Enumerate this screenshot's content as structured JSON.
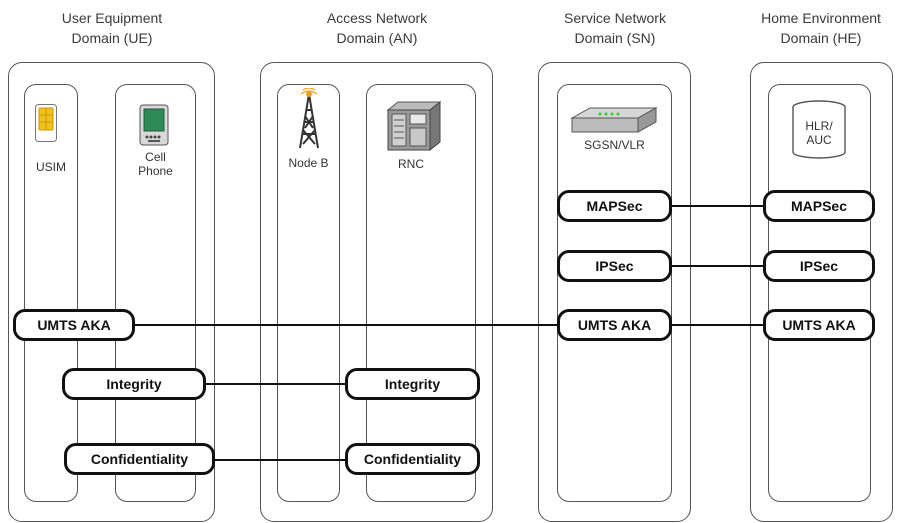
{
  "domains": [
    {
      "title_1": "User Equipment",
      "title_2": "Domain (UE)"
    },
    {
      "title_1": "Access Network",
      "title_2": "Domain (AN)"
    },
    {
      "title_1": "Service Network",
      "title_2": "Domain (SN)"
    },
    {
      "title_1": "Home Environment",
      "title_2": "Domain (HE)"
    }
  ],
  "entities": {
    "usim": "USIM",
    "cell_phone_1": "Cell",
    "cell_phone_2": "Phone",
    "node_b": "Node B",
    "rnc": "RNC",
    "sgsn_vlr": "SGSN/VLR",
    "hlr_1": "HLR/",
    "hlr_2": "AUC"
  },
  "protocols": {
    "mapsec": "MAPSec",
    "ipsec": "IPSec",
    "umts_aka": "UMTS AKA",
    "integrity": "Integrity",
    "confidentiality": "Confidentiality"
  },
  "colors": {
    "outline": "#555555",
    "pill_border": "#111111",
    "sim_gold": "#f2c21b",
    "phone_screen": "#2e8b57"
  }
}
